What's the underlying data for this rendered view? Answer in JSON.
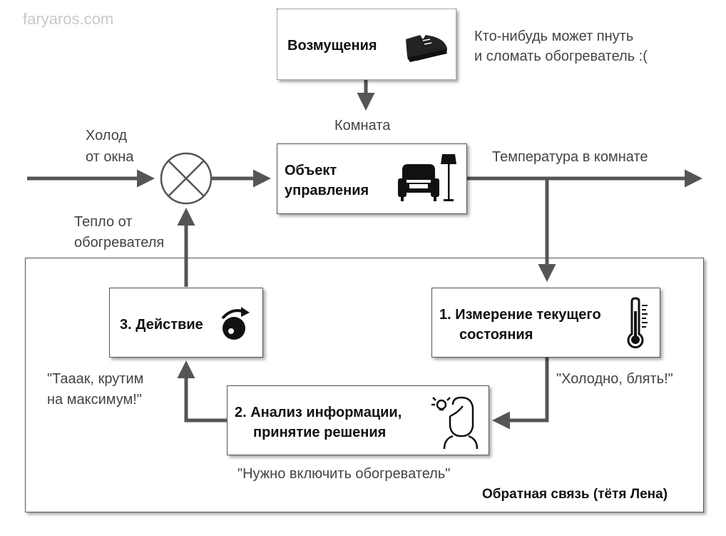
{
  "watermark": "faryaros.com",
  "disturbance": {
    "label": "Возмущения",
    "note_line1": "Кто-нибудь может пнуть",
    "note_line2": "и сломать обогреватель :(",
    "room_label": "Комната"
  },
  "inputs": {
    "cold_line1": "Холод",
    "cold_line2": "от окна",
    "heat_line1": "Тепло от",
    "heat_line2": "обогревателя"
  },
  "plant": {
    "line1": "Объект",
    "line2": "управления"
  },
  "output": {
    "label": "Температура в комнате"
  },
  "feedback": {
    "title": "Обратная связь (тётя Лена)",
    "step1_line1": "1. Измерение текущего",
    "step1_line2": "состояния",
    "step1_quote": "\"Холодно, блять!\"",
    "step2_line1": "2. Анализ информации,",
    "step2_line2": "принятие решения",
    "step2_quote": "\"Нужно включить обогреватель\"",
    "step3_label": "3. Действие",
    "step3_quote_line1": "\"Тааак, крутим",
    "step3_quote_line2": "на максимум!\""
  },
  "colors": {
    "line": "#555555",
    "box_border": "#555555",
    "text": "#444444"
  }
}
